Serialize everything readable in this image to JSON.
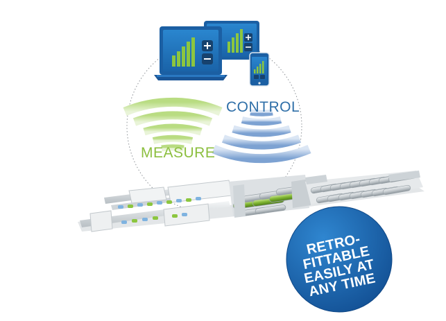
{
  "labels": {
    "control": "CONTROL",
    "measure": "MEASURE"
  },
  "badge": {
    "text": "RETRO-\nFITTABLE\nEASILY AT\nANY TIME"
  },
  "icons": {
    "laptop": "laptop-icon",
    "tablet": "tablet-icon",
    "phone": "phone-icon",
    "plus": "plus-icon",
    "minus": "minus-icon",
    "measure_waves": "measure-signal-icon",
    "control_waves": "control-signal-icon"
  },
  "colors": {
    "device_blue": "#1e6fb8",
    "device_dark": "#17426e",
    "bars_green": "#8cc63f",
    "measure_green": "#8cbf3f",
    "control_blue": "#2f6fa8",
    "waves_blue": "#8fb0d8",
    "badge_blue": "#1b63ad"
  }
}
